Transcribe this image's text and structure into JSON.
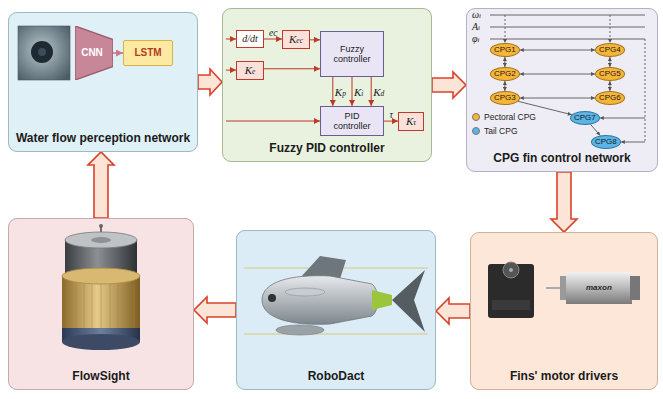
{
  "diagram": {
    "nodes": [
      {
        "text": [
          "Water flow perception network"
        ]
      },
      {
        "text": [
          "CNN"
        ],
        "in": 0
      },
      {
        "text": [
          "LSTM"
        ],
        "in": 0
      },
      {
        "text": [
          "Fuzzy PID controller"
        ]
      },
      {
        "text": [
          "d/dt"
        ],
        "in": 3
      },
      {
        "text": [
          "Kec"
        ],
        "in": 3
      },
      {
        "text": [
          "Fuzzy controller"
        ],
        "in": 3
      },
      {
        "text": [
          "Ke"
        ],
        "in": 3
      },
      {
        "text": [
          "PID controller"
        ],
        "in": 3
      },
      {
        "text": [
          "Kτ"
        ],
        "in": 3
      },
      {
        "text": [
          "CPG fin control network"
        ]
      },
      {
        "text": [
          "CPG1"
        ],
        "in": 10
      },
      {
        "text": [
          "CPG4"
        ],
        "in": 10
      },
      {
        "text": [
          "CPG2"
        ],
        "in": 10
      },
      {
        "text": [
          "CPG5"
        ],
        "in": 10
      },
      {
        "text": [
          "CPG3"
        ],
        "in": 10
      },
      {
        "text": [
          "CPG6"
        ],
        "in": 10
      },
      {
        "text": [
          "CPG7"
        ],
        "in": 10
      },
      {
        "text": [
          "CPG8"
        ],
        "in": 10
      },
      {
        "text": [
          "FlowSight"
        ]
      },
      {
        "text": [
          "RoboDact"
        ]
      },
      {
        "text": [
          "Fins' motor drivers"
        ]
      }
    ],
    "edges": [
      {
        "from": 0,
        "to": 3,
        "arrow": "to"
      },
      {
        "from": 3,
        "to": 10,
        "arrow": "to"
      },
      {
        "from": 10,
        "to": 21,
        "arrow": "to"
      },
      {
        "from": 21,
        "to": 20,
        "arrow": "to"
      },
      {
        "from": 20,
        "to": 19,
        "arrow": "to"
      },
      {
        "from": 19,
        "to": 0,
        "arrow": "to"
      },
      {
        "from": 1,
        "to": 2,
        "arrow": "to"
      },
      {
        "from": 4,
        "to": 5,
        "label": "ec",
        "arrow": "to"
      },
      {
        "from": 5,
        "to": 6,
        "arrow": "to"
      },
      {
        "from": 7,
        "to": 6,
        "arrow": "to"
      },
      {
        "from": 6,
        "to": 8,
        "label": "Kp",
        "arrow": "to"
      },
      {
        "from": 6,
        "to": 8,
        "label": "Ki",
        "arrow": "to"
      },
      {
        "from": 6,
        "to": 8,
        "label": "Kd",
        "arrow": "to"
      },
      {
        "from": 8,
        "to": 9,
        "label": "τ",
        "arrow": "to"
      },
      {
        "from": 11,
        "to": 13,
        "arrow": "both"
      },
      {
        "from": 13,
        "to": 15,
        "arrow": "both"
      },
      {
        "from": 12,
        "to": 14,
        "arrow": "both"
      },
      {
        "from": 14,
        "to": 16,
        "arrow": "both"
      },
      {
        "from": 11,
        "to": 12,
        "arrow": "both"
      },
      {
        "from": 13,
        "to": 14,
        "arrow": "both"
      },
      {
        "from": 15,
        "to": 16,
        "arrow": "both"
      },
      {
        "from": 15,
        "to": 17,
        "arrow": "to"
      },
      {
        "from": 17,
        "to": 18,
        "arrow": "to"
      }
    ],
    "labels": [
      "ωi",
      "Ai",
      "φi",
      "maxon"
    ],
    "legend": [
      {
        "text": "Pectoral CPG",
        "color": "#f7b538"
      },
      {
        "text": "Tail CPG",
        "color": "#5ab4e5"
      }
    ]
  }
}
